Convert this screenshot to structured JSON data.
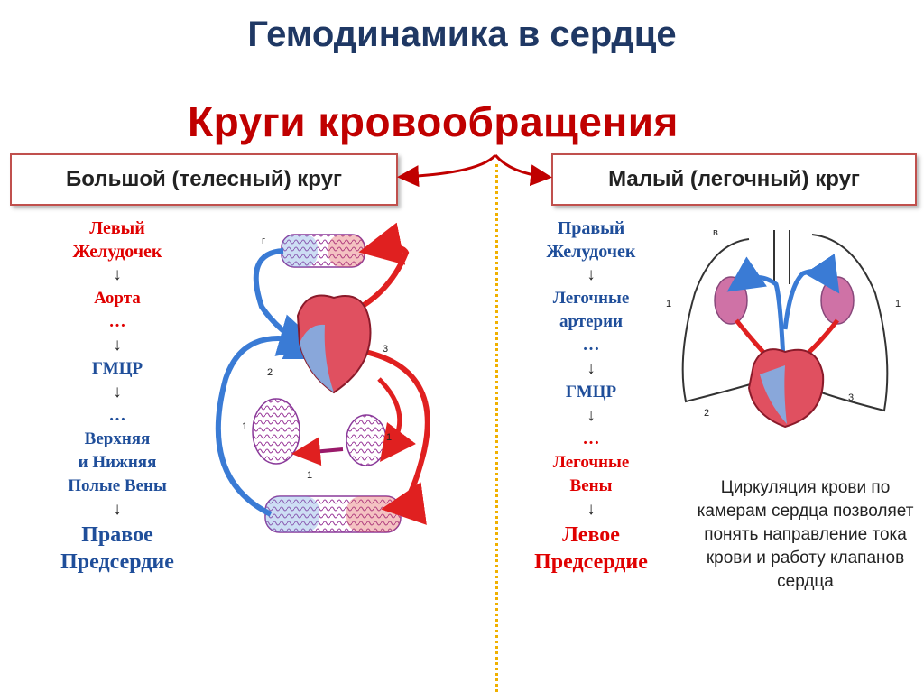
{
  "title": "Гемодинамика в сердце",
  "subtitle": "Круги кровообращения",
  "systemic": {
    "label": "Большой (телесный) круг",
    "steps": [
      {
        "text": "Левый",
        "color": "red"
      },
      {
        "text": "Желудочек",
        "color": "red"
      },
      {
        "text": "↓",
        "color": "dark"
      },
      {
        "text": "Аорта",
        "color": "red"
      },
      {
        "text": "…",
        "color": "red"
      },
      {
        "text": "↓",
        "color": "dark"
      },
      {
        "text": "ГМЦР",
        "color": "blue"
      },
      {
        "text": "↓",
        "color": "dark"
      },
      {
        "text": "…",
        "color": "blue"
      },
      {
        "text": "Верхняя",
        "color": "blue"
      },
      {
        "text": "и Нижняя",
        "color": "blue"
      },
      {
        "text": "Полые Вены",
        "color": "blue"
      },
      {
        "text": "↓",
        "color": "dark"
      }
    ],
    "destination": [
      "Правое",
      "Предсердие"
    ]
  },
  "pulmonary": {
    "label": "Малый (легочный) круг",
    "steps": [
      {
        "text": "Правый",
        "color": "blue"
      },
      {
        "text": "Желудочек",
        "color": "blue"
      },
      {
        "text": "↓",
        "color": "dark"
      },
      {
        "text": "Легочные",
        "color": "blue"
      },
      {
        "text": "артерии",
        "color": "blue"
      },
      {
        "text": "…",
        "color": "blue"
      },
      {
        "text": "↓",
        "color": "dark"
      },
      {
        "text": "ГМЦР",
        "color": "blue"
      },
      {
        "text": "↓",
        "color": "dark"
      },
      {
        "text": "…",
        "color": "red"
      },
      {
        "text": "Легочные",
        "color": "red"
      },
      {
        "text": "Вены",
        "color": "red"
      },
      {
        "text": "↓",
        "color": "dark"
      }
    ],
    "destination": [
      "Левое",
      "Предсердие"
    ]
  },
  "note": "Циркуляция крови по камерам сердца позволяет понять направление тока крови и работу клапанов сердца",
  "diagram_labels": {
    "left": [
      "г",
      "1",
      "2",
      "3",
      "1",
      "1"
    ],
    "right": [
      "в",
      "1",
      "1",
      "2",
      "3"
    ]
  },
  "colors": {
    "title": "#1f3864",
    "subtitle": "#c00000",
    "red": "#e00000",
    "blue": "#1f4e9a",
    "box_border": "#c0504d",
    "divider": "#f0b000"
  }
}
